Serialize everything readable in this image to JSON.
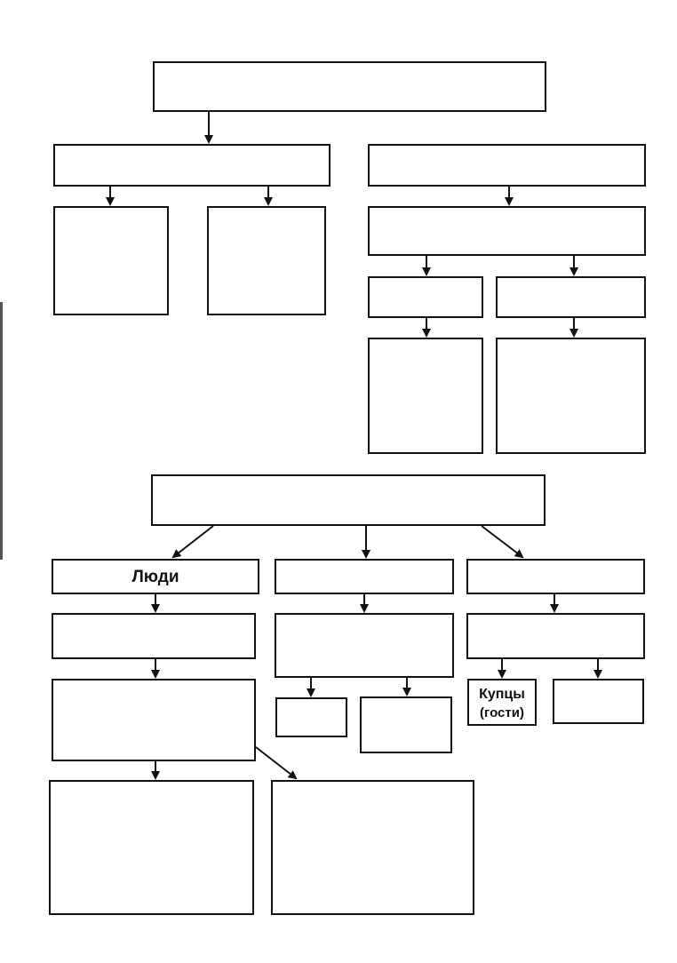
{
  "labels": {
    "people": "Люди",
    "merchants_line1": "Купцы",
    "merchants_line2": "(гости)"
  }
}
